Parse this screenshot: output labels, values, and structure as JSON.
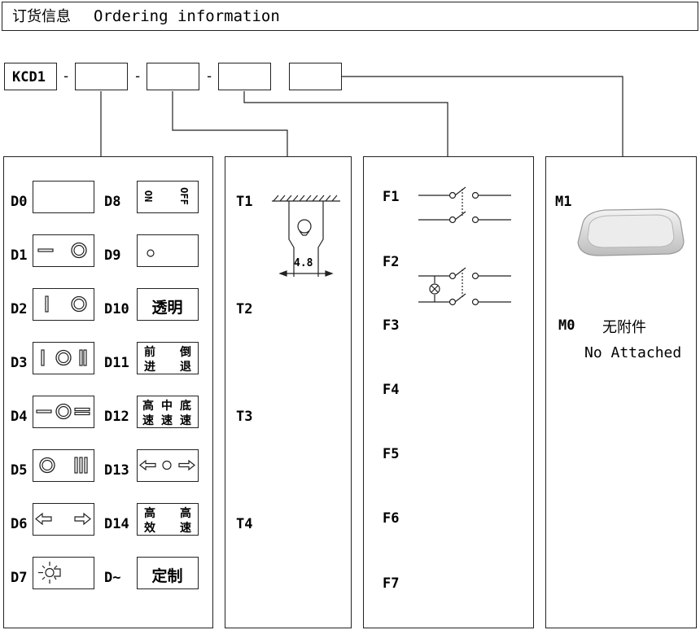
{
  "header": {
    "title_cn": "订货信息",
    "title_en": "Ordering information"
  },
  "code": {
    "prefix": "KCD1",
    "separator": "-"
  },
  "col1": {
    "left": [
      {
        "label": "D0",
        "symbol": "blank-icon"
      },
      {
        "label": "D1",
        "symbol": "dash-circle-icon"
      },
      {
        "label": "D2",
        "symbol": "bar-circle-icon"
      },
      {
        "label": "D3",
        "symbol": "bar-circle-double-bar-icon"
      },
      {
        "label": "D4",
        "symbol": "dash-circle-equals-icon"
      },
      {
        "label": "D5",
        "symbol": "circle-triple-bar-icon"
      },
      {
        "label": "D6",
        "symbol": "left-right-arrows-icon"
      },
      {
        "label": "D7",
        "symbol": "lamp-icon"
      }
    ],
    "right": [
      {
        "label": "D8",
        "symbol": "on-off-icon",
        "on": "ON",
        "off": "OFF"
      },
      {
        "label": "D9",
        "symbol": "small-circle-icon"
      },
      {
        "label": "D10",
        "symbol": "text",
        "text": "透明"
      },
      {
        "label": "D11",
        "symbol": "text4",
        "t1": "前",
        "t2": "倒",
        "t3": "进",
        "t4": "退"
      },
      {
        "label": "D12",
        "symbol": "text6",
        "t1": "高",
        "t2": "中",
        "t3": "底",
        "t4": "速",
        "t5": "速",
        "t6": "速"
      },
      {
        "label": "D13",
        "symbol": "arrow-circle-arrow-icon"
      },
      {
        "label": "D14",
        "symbol": "text4",
        "t1": "高",
        "t2": "高",
        "t3": "效",
        "t4": "速"
      },
      {
        "label": "D~",
        "symbol": "text",
        "text": "定制"
      }
    ]
  },
  "col2": {
    "items": [
      "T1",
      "T2",
      "T3",
      "T4"
    ],
    "dimension": "4.8"
  },
  "col3": {
    "items": [
      "F1",
      "F2",
      "F3",
      "F4",
      "F5",
      "F6",
      "F7"
    ]
  },
  "col4": {
    "m1_label": "M1",
    "m0_label": "M0",
    "m0_cn": "无附件",
    "m0_en": "No Attached"
  }
}
